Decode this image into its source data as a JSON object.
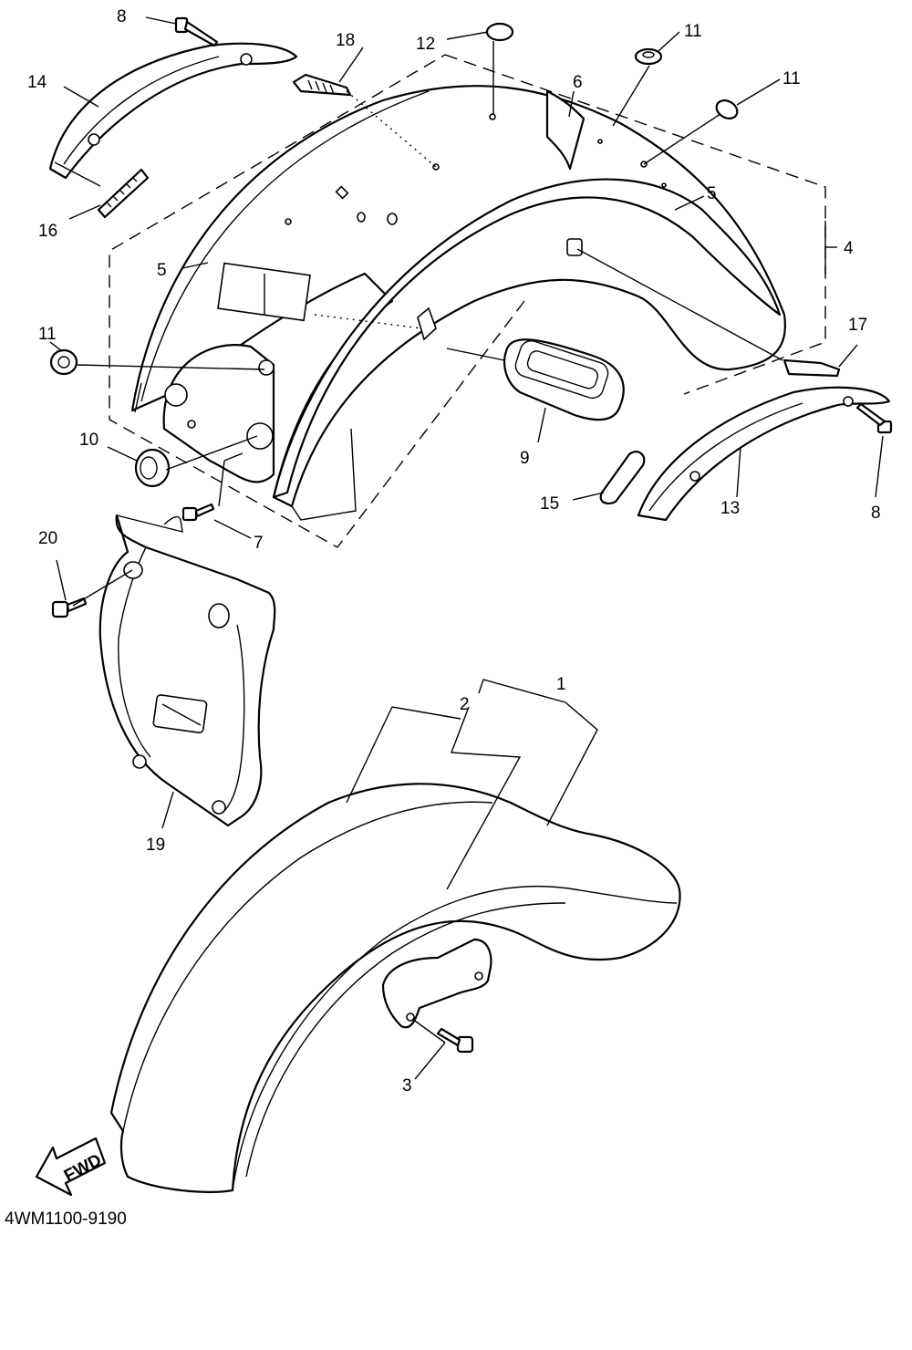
{
  "diagram": {
    "part_numbers": [
      "1",
      "2",
      "3",
      "4",
      "5",
      "5",
      "6",
      "7",
      "8",
      "8",
      "9",
      "10",
      "11",
      "11",
      "11",
      "12",
      "13",
      "14",
      "15",
      "16",
      "17",
      "18",
      "19",
      "20"
    ],
    "arrow_label": "FWD",
    "diagram_code": "4WM1100-9190"
  }
}
